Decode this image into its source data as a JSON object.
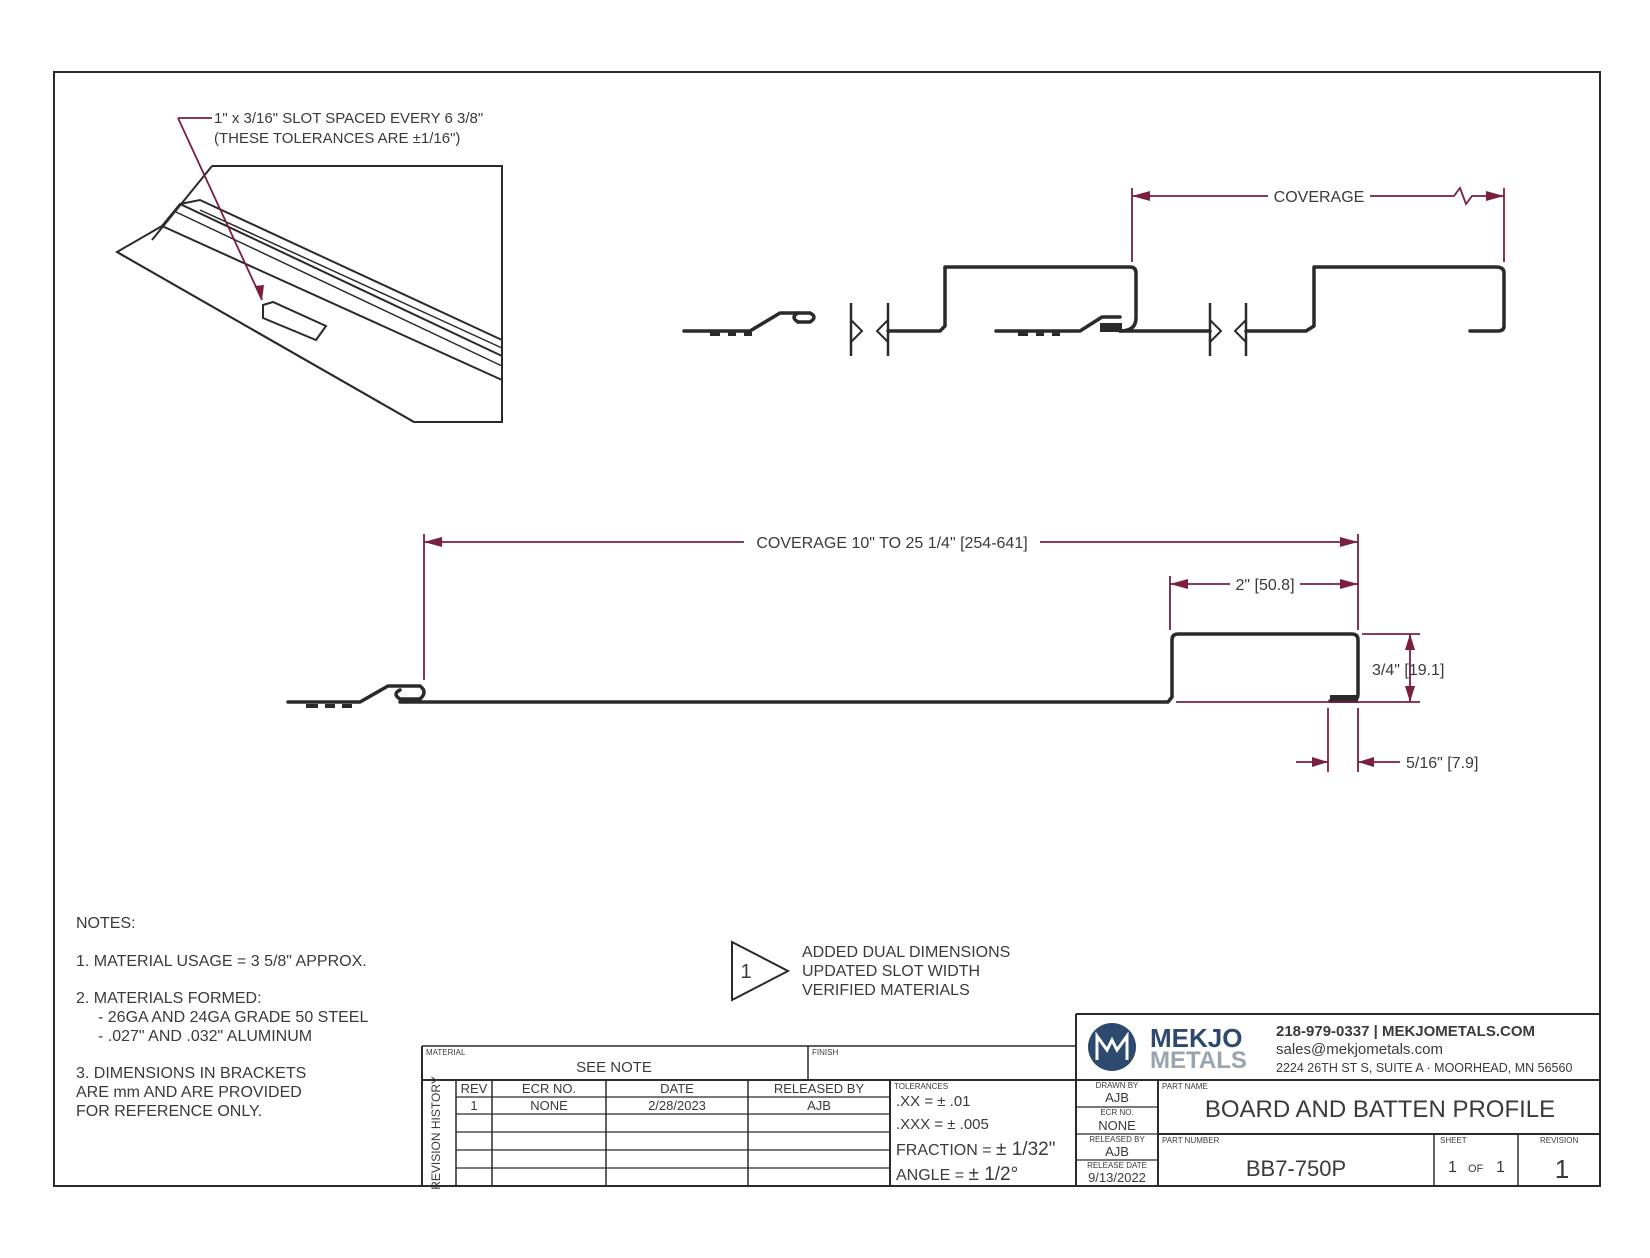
{
  "callout": {
    "slot_line1": "1\" x 3/16\" SLOT SPACED EVERY 6 3/8\"",
    "slot_line2": "(THESE TOLERANCES ARE ±1/16\")"
  },
  "dimensions": {
    "coverage_top": "COVERAGE",
    "coverage_main": "COVERAGE 10\" TO 25 1/4\" [254-641]",
    "batten_width": "2\" [50.8]",
    "batten_height": "3/4\" [19.1]",
    "hem": "5/16\" [7.9]"
  },
  "notes": {
    "title": "NOTES:",
    "n1": "1. MATERIAL USAGE = 3 5/8\" APPROX.",
    "n2": "2. MATERIALS FORMED:",
    "n2a": "- 26GA AND 24GA GRADE 50 STEEL",
    "n2b": "- .027\" AND .032\" ALUMINUM",
    "n3a": "3. DIMENSIONS IN BRACKETS",
    "n3b": "ARE mm AND ARE PROVIDED",
    "n3c": "FOR REFERENCE ONLY."
  },
  "revision_flag": {
    "number": "1",
    "line1": "ADDED DUAL DIMENSIONS",
    "line2": "UPDATED SLOT WIDTH",
    "line3": "VERIFIED MATERIALS"
  },
  "company": {
    "logo_word1": "MEKJO",
    "logo_word2": "METALS",
    "phone_web": "218-979-0337 | MEKJOMETALS.COM",
    "email": "sales@mekjometals.com",
    "address": "2224 26TH ST S, SUITE A · MOORHEAD, MN 56560",
    "brand_color": "#2d4a6e"
  },
  "title_block": {
    "material_label": "MATERIAL",
    "material_value": "SEE NOTE",
    "finish_label": "FINISH",
    "revision_history_label": "REVISION HISTORY",
    "rev_headers": [
      "REV",
      "ECR NO.",
      "DATE",
      "RELEASED BY"
    ],
    "rev_rows": [
      [
        "1",
        "NONE",
        "2/28/2023",
        "AJB"
      ]
    ],
    "tolerances_label": "TOLERANCES",
    "tol_xx": ".XX = ± .01",
    "tol_xxx": ".XXX = ± .005",
    "tol_fraction_label": "FRACTION = ",
    "tol_fraction_value": "± 1/32\"",
    "tol_angle_label": "ANGLE = ",
    "tol_angle_value": "± 1/2°",
    "drawn_by_label": "DRAWN BY",
    "drawn_by": "AJB",
    "ecr_label": "ECR NO.",
    "ecr": "NONE",
    "released_by_label": "RELEASED BY",
    "released_by": "AJB",
    "release_date_label": "RELEASE DATE",
    "release_date": "9/13/2022",
    "part_name_label": "PART NAME",
    "part_name": "BOARD AND BATTEN PROFILE",
    "part_number_label": "PART NUMBER",
    "part_number": "BB7-750P",
    "sheet_label": "SHEET",
    "sheet": "1",
    "sheet_of": "OF",
    "sheet_total": "1",
    "revision_label": "REVISION",
    "revision": "1"
  }
}
